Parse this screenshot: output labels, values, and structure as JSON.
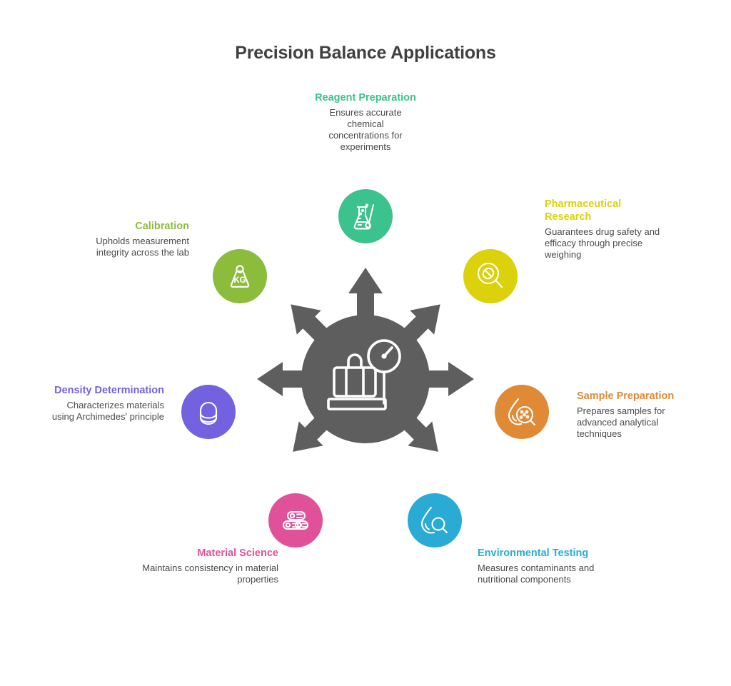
{
  "page": {
    "title": "Precision Balance Applications",
    "background": "#ffffff",
    "watermark": ""
  },
  "hub": {
    "icon": "luggage-scale-icon",
    "color": "#5e5e5e",
    "arrow_count": 7,
    "arrow_directions": [
      "up",
      "upper-left",
      "upper-right",
      "left",
      "right",
      "lower-left",
      "lower-right"
    ]
  },
  "nodes": [
    {
      "id": "reagent-preparation",
      "heading": "Reagent Preparation",
      "body": "Ensures accurate chemical concentrations for experiments",
      "color": "#3cc28c",
      "icon": "beaker-stirrer-icon",
      "align": "center"
    },
    {
      "id": "pharmaceutical-research",
      "heading": "Pharmaceutical Research",
      "body": "Guarantees drug safety and efficacy through precise weighing",
      "color": "#dbd20c",
      "icon": "pill-magnifier-icon",
      "align": "left"
    },
    {
      "id": "sample-preparation",
      "heading": "Sample Preparation",
      "body": "Prepares samples for advanced analytical techniques",
      "color": "#e08a35",
      "icon": "droplet-particles-magnifier-icon",
      "align": "left"
    },
    {
      "id": "environmental-testing",
      "heading": "Environmental Testing",
      "body": "Measures contaminants and nutritional components",
      "color": "#29abd6",
      "icon": "droplet-magnifier-icon",
      "align": "left"
    },
    {
      "id": "material-science",
      "heading": "Material Science",
      "body": "Maintains consistency in material properties",
      "color": "#e0519a",
      "icon": "material-layers-icon",
      "align": "right"
    },
    {
      "id": "density-determination",
      "heading": "Density Determination",
      "body": "Characterizes materials using Archimedes' principle",
      "color": "#7262e0",
      "icon": "density-capsule-icon",
      "align": "right"
    },
    {
      "id": "calibration",
      "heading": "Calibration",
      "body": "Upholds measurement integrity across the lab",
      "color": "#8cbc3c",
      "icon": "kg-weight-icon",
      "align": "right"
    }
  ]
}
